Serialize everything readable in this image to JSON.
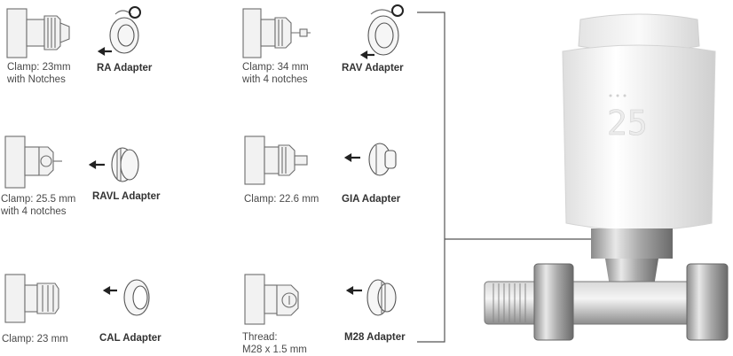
{
  "items": [
    {
      "clamp": [
        "Clamp: 23mm",
        "with Notches"
      ],
      "adapter": "RA Adapter"
    },
    {
      "clamp": [
        "Clamp: 34 mm",
        "with 4 notches"
      ],
      "adapter": "RAV Adapter"
    },
    {
      "clamp": [
        "Clamp: 25.5 mm",
        "with 4 notches"
      ],
      "adapter": "RAVL Adapter"
    },
    {
      "clamp": [
        "Clamp: 22.6 mm"
      ],
      "adapter": "GIA Adapter"
    },
    {
      "clamp": [
        "Clamp: 23 mm"
      ],
      "adapter": "CAL Adapter"
    },
    {
      "clamp": [
        "Thread:",
        "M28 x 1.5 mm"
      ],
      "adapter": "M28 Adapter"
    }
  ],
  "thermostat": {
    "display": "25"
  }
}
